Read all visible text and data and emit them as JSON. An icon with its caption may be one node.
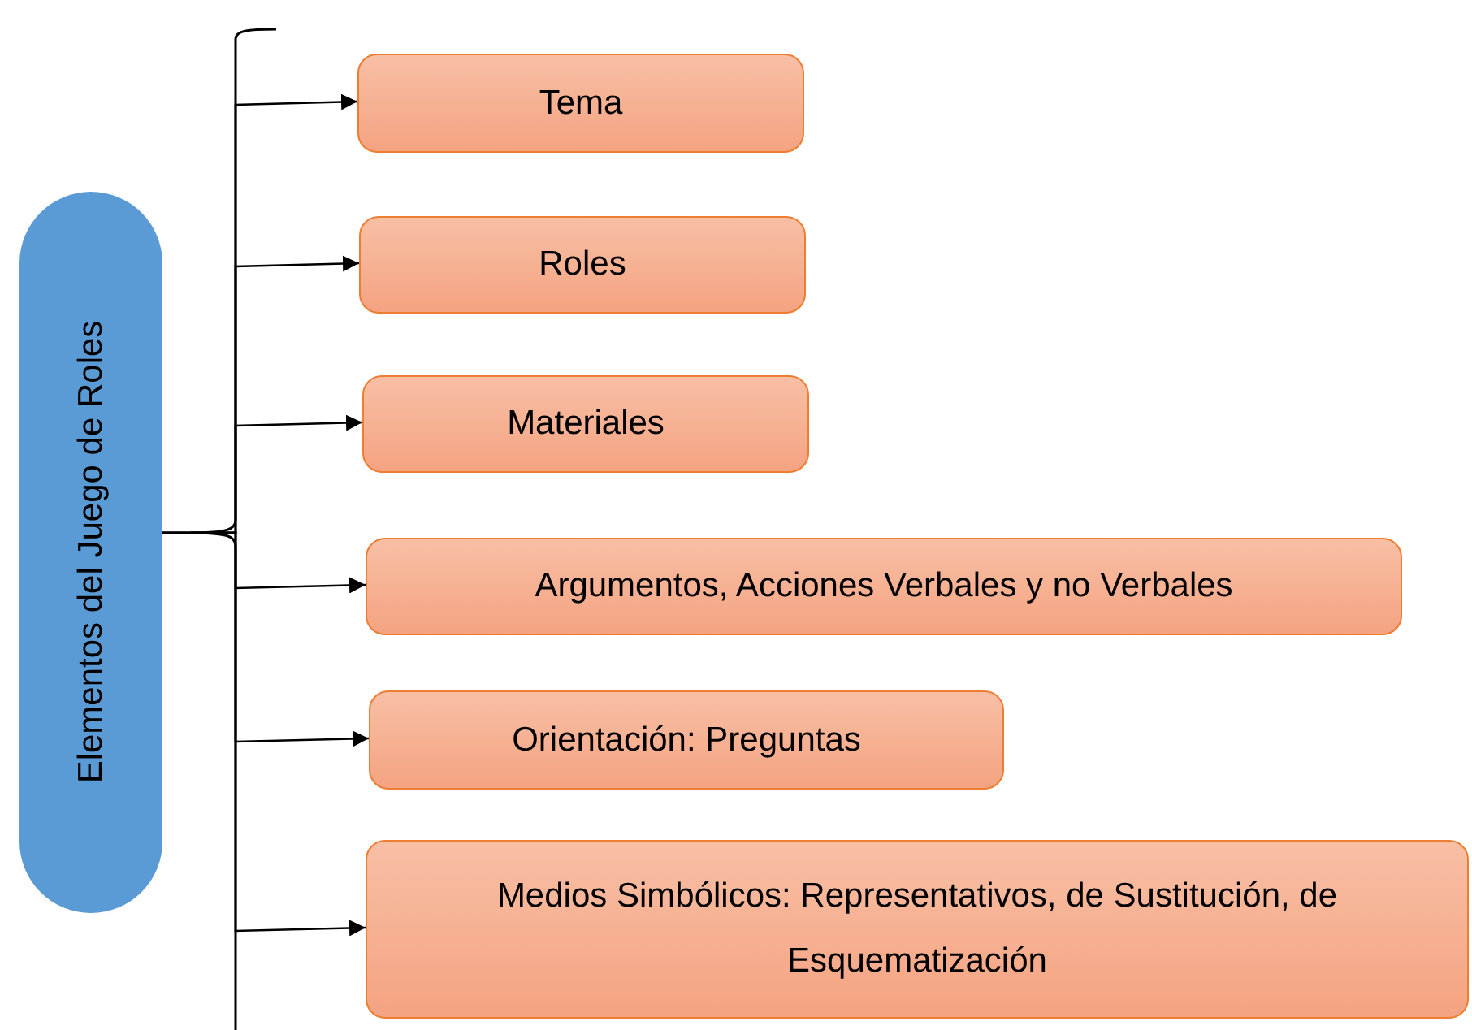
{
  "diagram": {
    "nodes": [
      {
        "text": [
          "Elementos del Juego de Roles"
        ]
      },
      {
        "text": [
          "Tema"
        ]
      },
      {
        "text": [
          "Roles"
        ]
      },
      {
        "text": [
          "Materiales"
        ]
      },
      {
        "text": [
          "Argumentos, Acciones Verbales y no Verbales"
        ]
      },
      {
        "text": [
          "Orientación: Preguntas"
        ]
      },
      {
        "text": [
          "Medios Simbólicos: Representativos, de Sustitución, de Esquematización"
        ]
      }
    ],
    "edges": [
      {
        "from": 0,
        "to": 1,
        "arrow": "to"
      },
      {
        "from": 0,
        "to": 2,
        "arrow": "to"
      },
      {
        "from": 0,
        "to": 3,
        "arrow": "to"
      },
      {
        "from": 0,
        "to": 4,
        "arrow": "to"
      },
      {
        "from": 0,
        "to": 5,
        "arrow": "to"
      },
      {
        "from": 0,
        "to": 6,
        "arrow": "to"
      }
    ]
  }
}
